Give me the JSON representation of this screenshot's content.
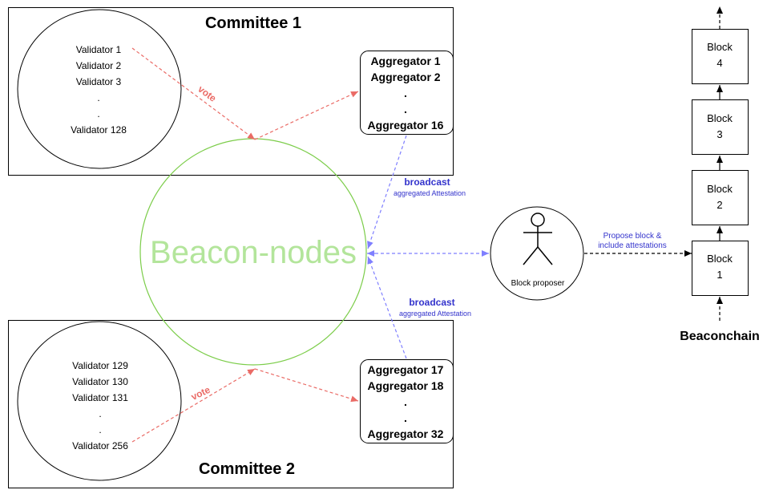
{
  "committee1": {
    "title": "Committee 1",
    "validators": [
      "Validator 1",
      "Validator 2",
      "Validator 3",
      ".",
      ".",
      "Validator 128"
    ],
    "aggregators": [
      "Aggregator 1",
      "Aggregator 2",
      ".",
      ".",
      "Aggregator 16"
    ],
    "vote_label": "vote"
  },
  "committee2": {
    "title": "Committee 2",
    "validators": [
      "Validator 129",
      "Validator 130",
      "Validator 131",
      ".",
      ".",
      "Validator 256"
    ],
    "aggregators": [
      "Aggregator 17",
      "Aggregator 18",
      ".",
      ".",
      "Aggregator 32"
    ],
    "vote_label": "vote"
  },
  "beacon_nodes": {
    "label": "Beacon-nodes"
  },
  "broadcast_top": {
    "title": "broadcast",
    "subtitle": "aggregated Attestation"
  },
  "broadcast_bottom": {
    "title": "broadcast",
    "subtitle": "aggregated Attestation"
  },
  "block_proposer": {
    "label": "Block proposer"
  },
  "propose": {
    "line1": "Propose block &",
    "line2": "include attestations"
  },
  "beaconchain": {
    "label": "Beaconchain",
    "blocks": [
      {
        "line1": "Block",
        "line2": "4"
      },
      {
        "line1": "Block",
        "line2": "3"
      },
      {
        "line1": "Block",
        "line2": "2"
      },
      {
        "line1": "Block",
        "line2": "1"
      }
    ]
  },
  "colors": {
    "vote": "#ea6b66",
    "broadcast": "#7f7fff",
    "beacon": "#7ccd4a",
    "broadcast_text": "#3333cc"
  }
}
